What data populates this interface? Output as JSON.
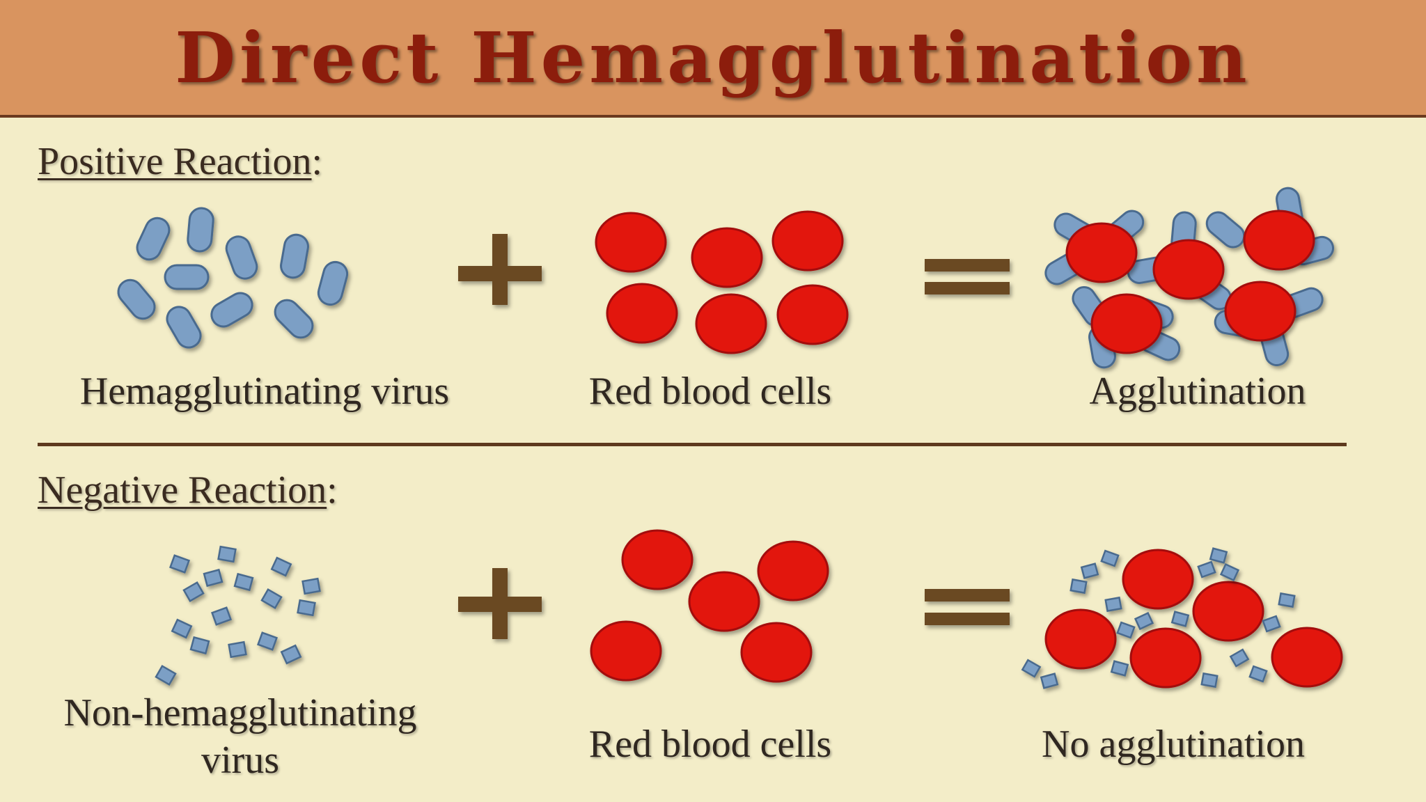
{
  "title": "Direct Hemagglutination",
  "positive": {
    "heading": "Positive Reaction",
    "virus_label": "Hemagglutinating virus",
    "rbc_label": "Red blood cells",
    "result_label": "Agglutination"
  },
  "negative": {
    "heading": "Negative Reaction",
    "virus_label": "Non-hemagglutinating virus",
    "rbc_label": "Red blood cells",
    "result_label": "No agglutination"
  },
  "operators": {
    "plus": "+",
    "equals": "="
  },
  "colors": {
    "header_bg": "#d9945f",
    "title": "#8c1d0c",
    "background": "#f3edc8",
    "virus": "#7b9fc5",
    "rbc": "#e2120e",
    "operator": "#6b4a22"
  }
}
